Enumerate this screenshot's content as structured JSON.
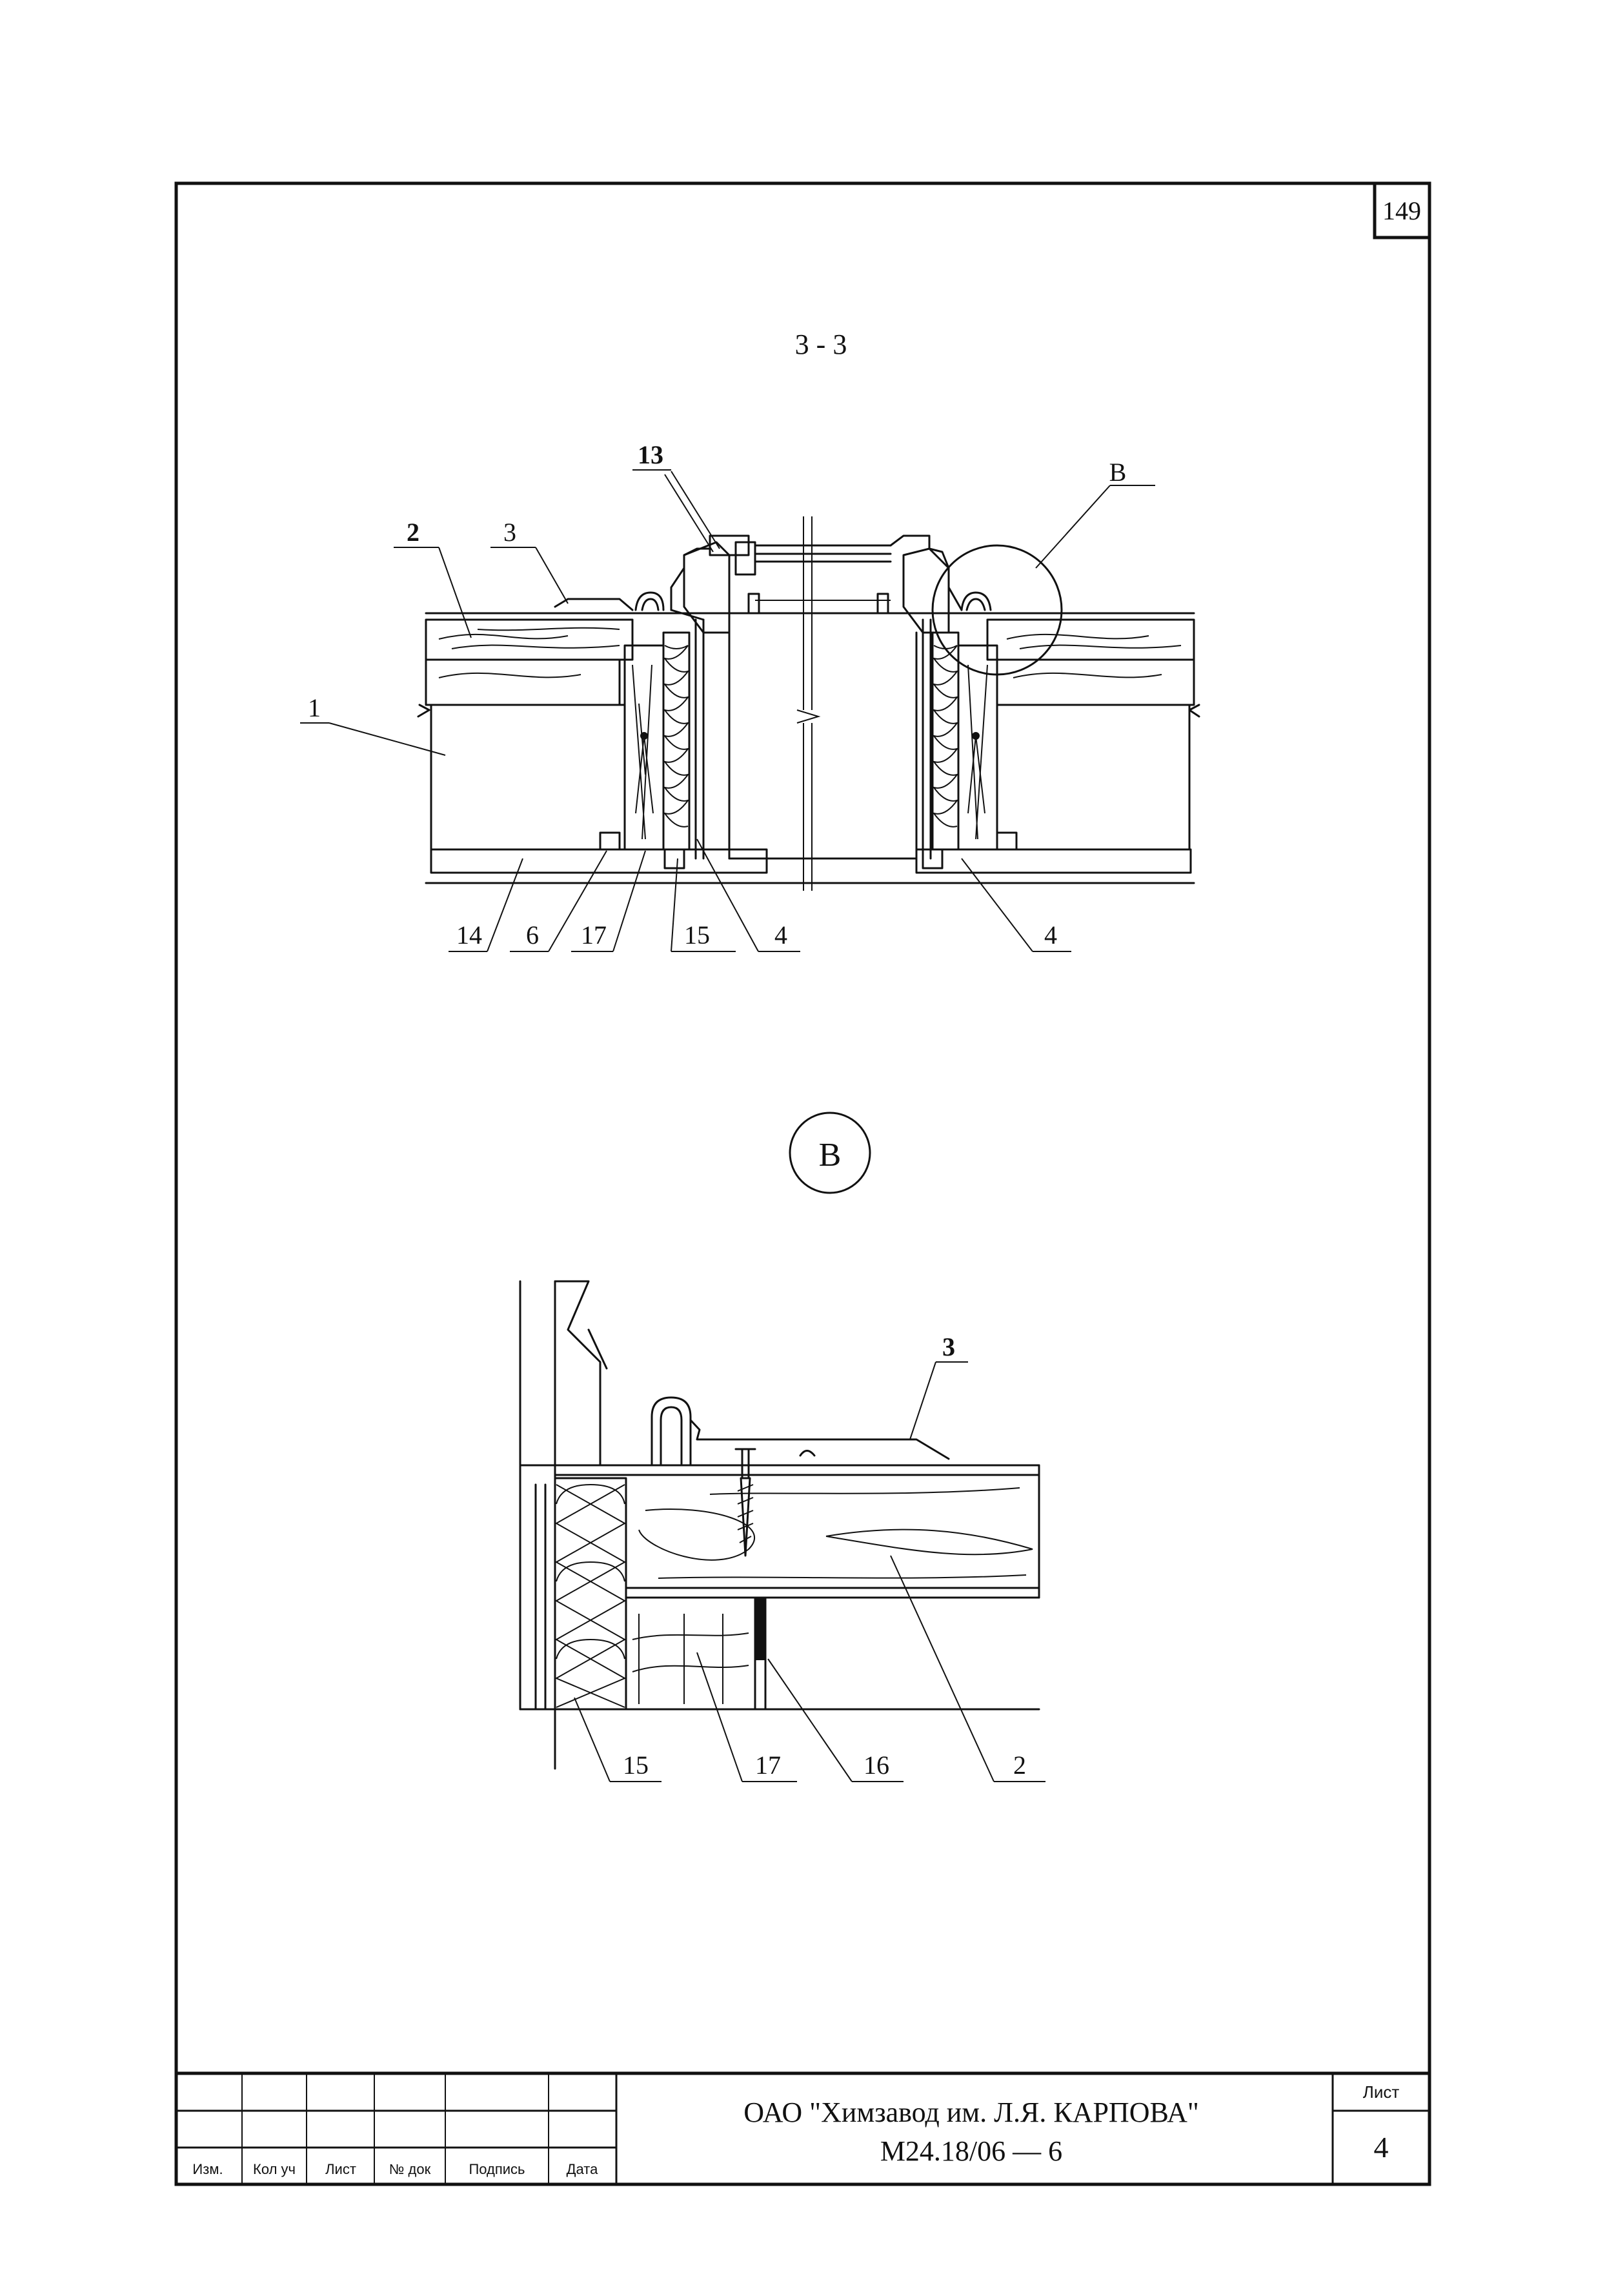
{
  "sheet": {
    "page_number": "149",
    "section_title": "3 - 3",
    "detail_mark": "B",
    "callout_mark": "B"
  },
  "section_labels": {
    "l1": "1",
    "l2": "2",
    "l3": "3",
    "l13": "13",
    "l14": "14",
    "l6": "6",
    "l17": "17",
    "l15": "15",
    "l4a": "4",
    "l4b": "4"
  },
  "detail_labels": {
    "l3": "3",
    "l15": "15",
    "l17": "17",
    "l16": "16",
    "l2": "2"
  },
  "title_block": {
    "company": "ОАО \"Химзавод им. Л.Я. КАРПОВА\"",
    "doc_code": "М24.18/06 — 6",
    "sheet_label": "Лист",
    "sheet_number": "4",
    "columns": [
      "Изм.",
      "Кол уч",
      "Лист",
      "№ док",
      "Подпись",
      "Дата"
    ]
  }
}
